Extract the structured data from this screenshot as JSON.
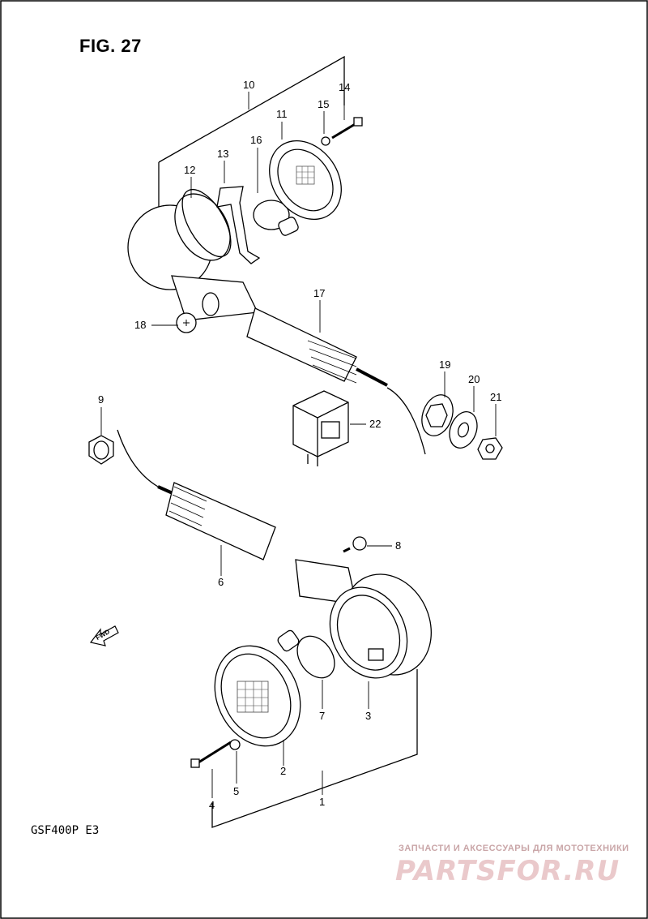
{
  "figure": {
    "title": "FIG. 27",
    "model": "GSF400P E3"
  },
  "callouts": [
    {
      "id": "c1",
      "label": "1"
    },
    {
      "id": "c2",
      "label": "2"
    },
    {
      "id": "c3",
      "label": "3"
    },
    {
      "id": "c4",
      "label": "4"
    },
    {
      "id": "c5",
      "label": "5"
    },
    {
      "id": "c6",
      "label": "6"
    },
    {
      "id": "c7",
      "label": "7"
    },
    {
      "id": "c8",
      "label": "8"
    },
    {
      "id": "c9",
      "label": "9"
    },
    {
      "id": "c10",
      "label": "10"
    },
    {
      "id": "c11",
      "label": "11"
    },
    {
      "id": "c12",
      "label": "12"
    },
    {
      "id": "c13",
      "label": "13"
    },
    {
      "id": "c14",
      "label": "14"
    },
    {
      "id": "c15",
      "label": "15"
    },
    {
      "id": "c16",
      "label": "16"
    },
    {
      "id": "c17",
      "label": "17"
    },
    {
      "id": "c18",
      "label": "18"
    },
    {
      "id": "c19",
      "label": "19"
    },
    {
      "id": "c20",
      "label": "20"
    },
    {
      "id": "c21",
      "label": "21"
    },
    {
      "id": "c22",
      "label": "22"
    }
  ],
  "direction_arrow": "FWD",
  "watermark": {
    "tagline": "ЗАПЧАСТИ И АКСЕССУАРЫ ДЛЯ МОТОТЕХНИКИ",
    "logo": "PARTSFOR.RU"
  }
}
